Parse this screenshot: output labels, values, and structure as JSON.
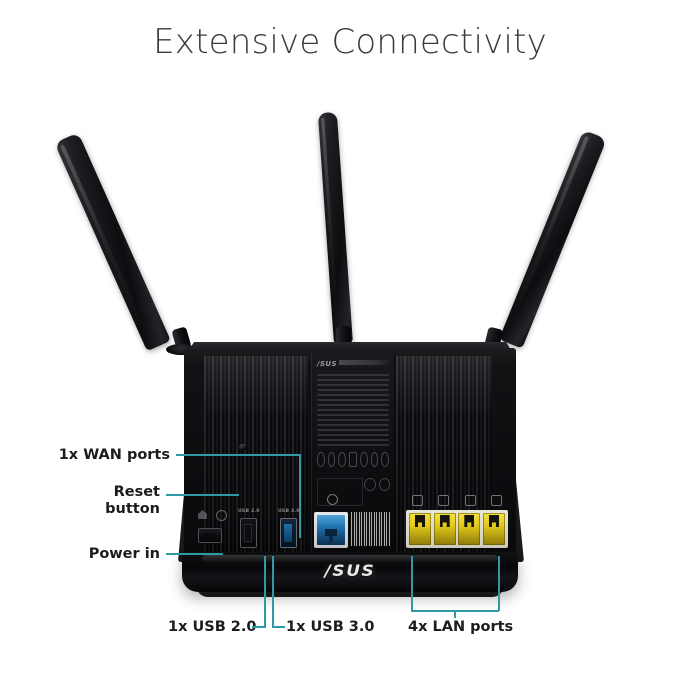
{
  "page": {
    "title": "Extensive Connectivity",
    "background_color": "#ffffff",
    "accent_color": "#2f9aa4",
    "text_color": "#1c1c1e"
  },
  "product": {
    "brand": "ASUS",
    "logo_text": "/SUS",
    "type": "wireless-router",
    "view": "rear-ports",
    "antenna_count": 3,
    "body_color": "#0d0d10"
  },
  "callouts": [
    {
      "id": "wan",
      "label": "1x WAN ports",
      "side": "left",
      "lines": [
        "1x WAN ports"
      ]
    },
    {
      "id": "reset",
      "label": "Reset button",
      "side": "left",
      "lines": [
        "Reset",
        "button"
      ]
    },
    {
      "id": "power",
      "label": "Power in",
      "side": "left",
      "lines": [
        "Power in"
      ]
    },
    {
      "id": "usb2",
      "label": "1x USB 2.0",
      "side": "bottom",
      "lines": [
        "1x USB 2.0"
      ]
    },
    {
      "id": "usb3",
      "label": "1x USB 3.0",
      "side": "bottom",
      "lines": [
        "1x USB 3.0"
      ]
    },
    {
      "id": "lan",
      "label": "4x LAN ports",
      "side": "bottom",
      "lines": [
        "4x LAN ports"
      ]
    }
  ],
  "ports": {
    "power_jack": {
      "name": "Power in",
      "color": "#0a0a0c"
    },
    "usb2": {
      "name": "USB 2.0",
      "silkscreen": "USB 2.0",
      "color": "#0c0c0e"
    },
    "usb3": {
      "name": "USB 3.0",
      "silkscreen": "USB 3.0",
      "color": "#1f6fae"
    },
    "wan": {
      "name": "WAN",
      "color": "#1f6fae",
      "count": 1
    },
    "lan": {
      "name": "LAN",
      "color": "#f5e441",
      "count": 4,
      "housing_color": "#e8e6d8"
    },
    "reset": {
      "name": "Reset button"
    }
  },
  "label_panel": {
    "brand": "/SUS",
    "has_barcode": true,
    "has_certification_marks": true
  }
}
